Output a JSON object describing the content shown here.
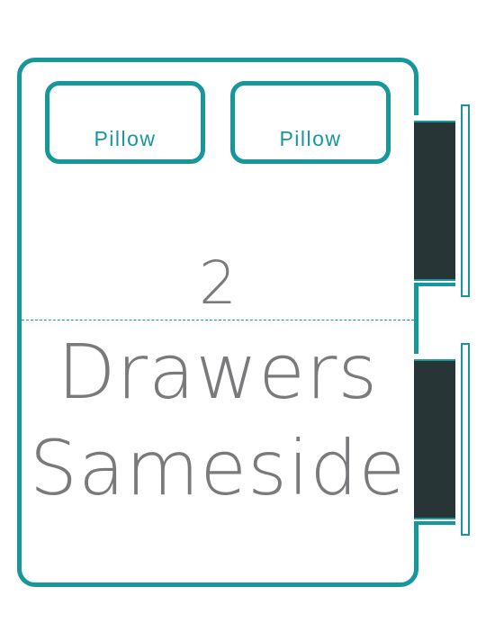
{
  "diagram": {
    "pillows": [
      {
        "label": "Pillow"
      },
      {
        "label": "Pillow"
      }
    ],
    "count": "2",
    "title_line1": "Drawers",
    "title_line2": "Sameside",
    "drawer_count": 2,
    "colors": {
      "outline": "#17969b",
      "text": "#7a7a7d",
      "drawer_fill": "#273536",
      "background": "#ffffff"
    }
  }
}
